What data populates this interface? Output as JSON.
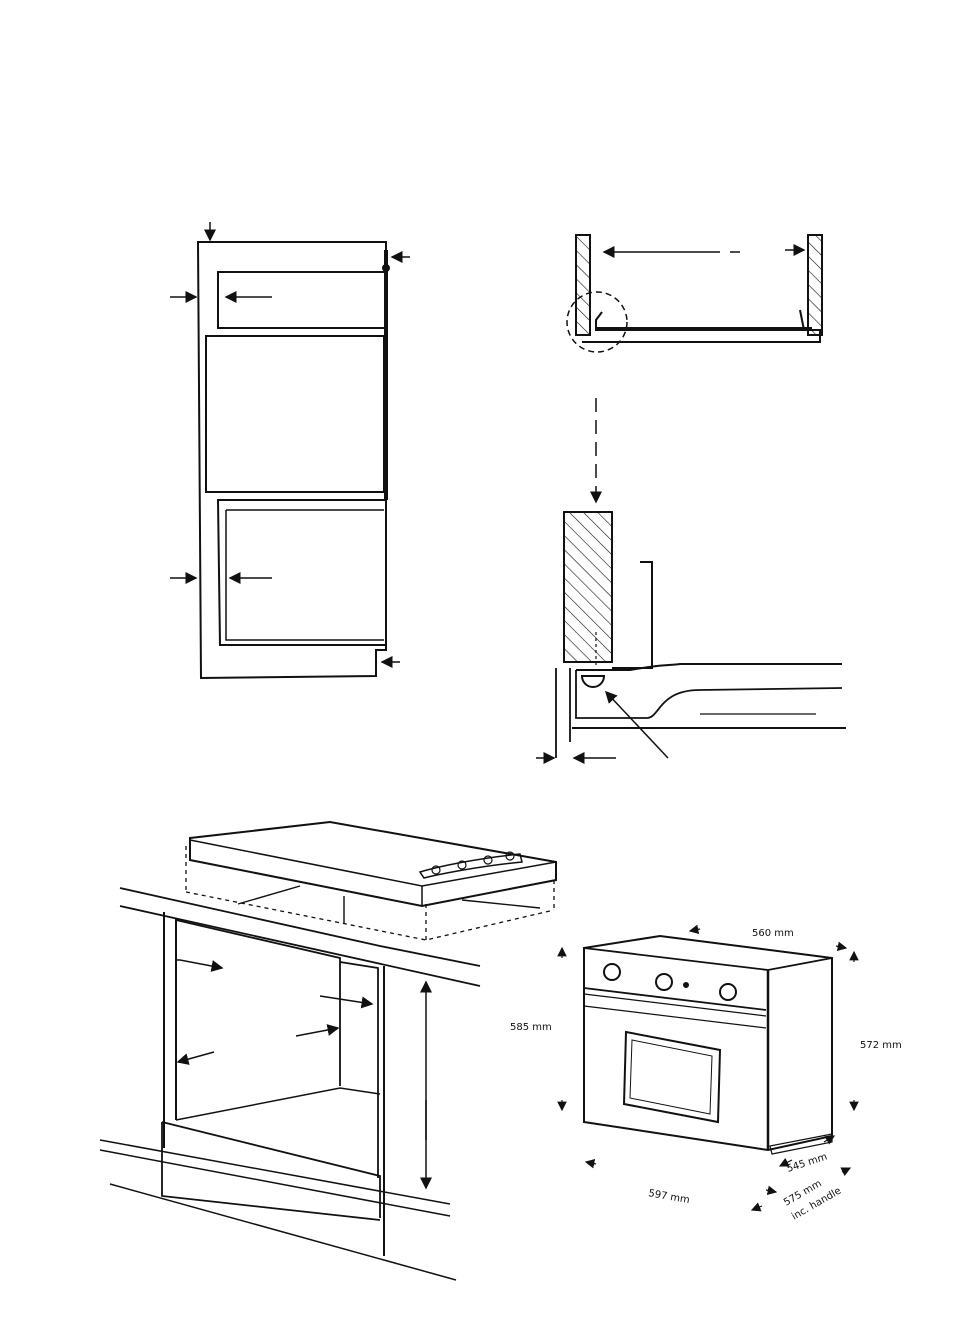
{
  "oven_dimensions": {
    "depth_top": "560 mm",
    "height_left": "585 mm",
    "height_right": "572 mm",
    "width_bottom": "597 mm",
    "depth_bottom": "545 mm",
    "depth_handle_line1": "575 mm",
    "depth_handle_line2": "inc. handle"
  },
  "colors": {
    "ink": "#111111",
    "background": "#ffffff"
  }
}
